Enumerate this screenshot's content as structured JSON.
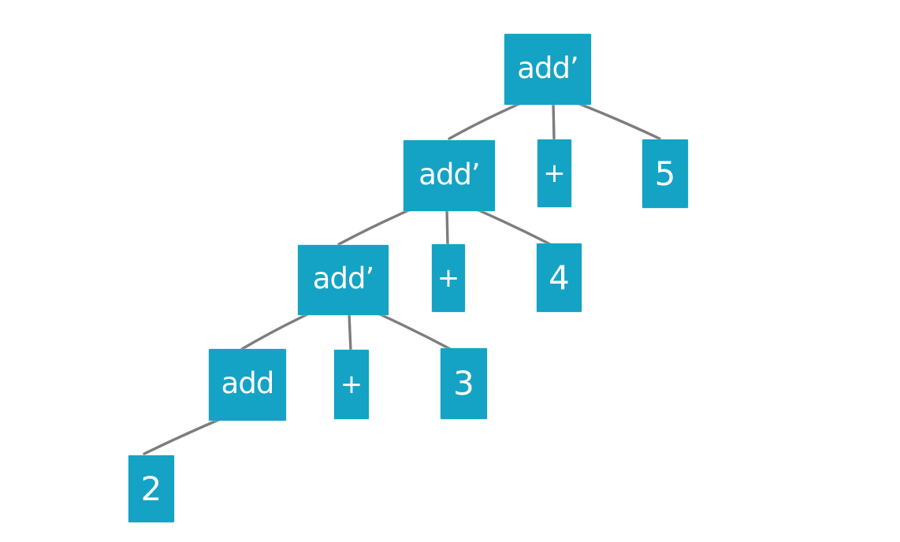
{
  "diagram": {
    "kind": "parse-tree",
    "colors": {
      "node_fill": "#14a3c4",
      "node_text": "#ffffff",
      "edge_stroke": "#7d7d7d",
      "background": "#ffffff"
    },
    "nodes": [
      {
        "id": "add-prime-1",
        "label": "add’",
        "role": "nonterminal"
      },
      {
        "id": "add-prime-2",
        "label": "add’",
        "role": "nonterminal"
      },
      {
        "id": "plus-1",
        "label": "+",
        "role": "terminal"
      },
      {
        "id": "leaf-5",
        "label": "5",
        "role": "terminal"
      },
      {
        "id": "add-prime-3",
        "label": "add’",
        "role": "nonterminal"
      },
      {
        "id": "plus-2",
        "label": "+",
        "role": "terminal"
      },
      {
        "id": "leaf-4",
        "label": "4",
        "role": "terminal"
      },
      {
        "id": "add-1",
        "label": "add",
        "role": "nonterminal"
      },
      {
        "id": "plus-3",
        "label": "+",
        "role": "terminal"
      },
      {
        "id": "leaf-3",
        "label": "3",
        "role": "terminal"
      },
      {
        "id": "leaf-2",
        "label": "2",
        "role": "terminal"
      }
    ],
    "edges": [
      {
        "from": "add-prime-1",
        "to": "add-prime-2"
      },
      {
        "from": "add-prime-1",
        "to": "plus-1"
      },
      {
        "from": "add-prime-1",
        "to": "leaf-5"
      },
      {
        "from": "add-prime-2",
        "to": "add-prime-3"
      },
      {
        "from": "add-prime-2",
        "to": "plus-2"
      },
      {
        "from": "add-prime-2",
        "to": "leaf-4"
      },
      {
        "from": "add-prime-3",
        "to": "add-1"
      },
      {
        "from": "add-prime-3",
        "to": "plus-3"
      },
      {
        "from": "add-prime-3",
        "to": "leaf-3"
      },
      {
        "from": "add-1",
        "to": "leaf-2"
      }
    ]
  }
}
